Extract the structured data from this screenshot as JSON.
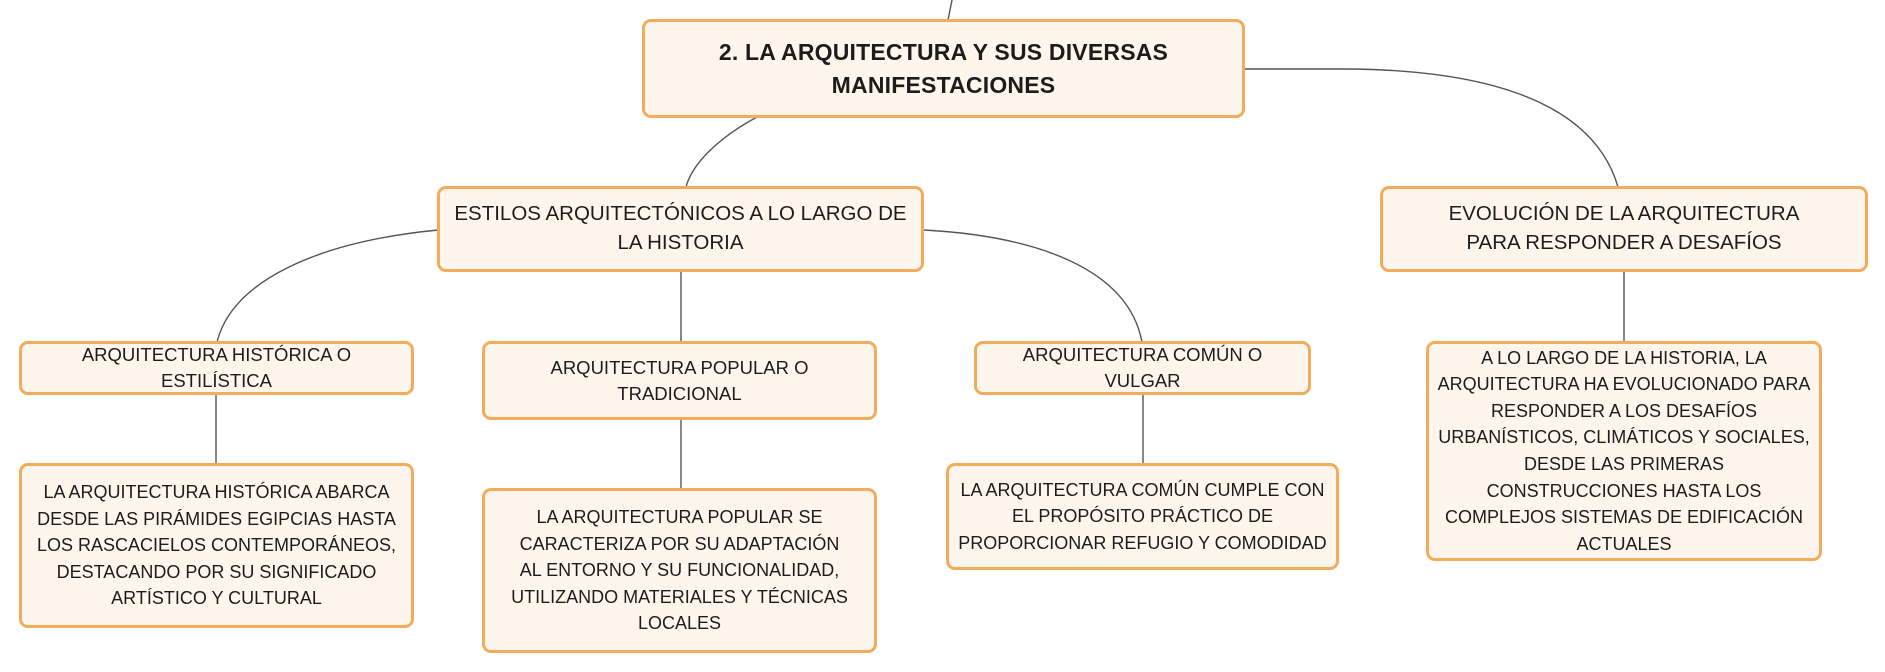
{
  "diagram": {
    "colors": {
      "node_fill": "#fef6ec",
      "node_border": "#f3ab5c",
      "connector": "#555555",
      "text": "#1c1c1c"
    },
    "root": "2. LA ARQUITECTURA Y SUS DIVERSAS MANIFESTACIONES",
    "branch_styles": {
      "label": "ESTILOS ARQUITECTÓNICOS A LO LARGO DE LA HISTORIA",
      "children": [
        {
          "label": "ARQUITECTURA HISTÓRICA O ESTILÍSTICA",
          "detail": "LA ARQUITECTURA HISTÓRICA ABARCA DESDE LAS PIRÁMIDES EGIPCIAS HASTA LOS RASCACIELOS CONTEMPORÁNEOS, DESTACANDO POR SU SIGNIFICADO ARTÍSTICO Y CULTURAL"
        },
        {
          "label": "ARQUITECTURA POPULAR O TRADICIONAL",
          "detail": "LA ARQUITECTURA POPULAR SE CARACTERIZA POR SU ADAPTACIÓN AL ENTORNO Y SU FUNCIONALIDAD, UTILIZANDO MATERIALES Y TÉCNICAS LOCALES"
        },
        {
          "label": "ARQUITECTURA COMÚN O VULGAR",
          "detail": "LA ARQUITECTURA COMÚN CUMPLE CON EL PROPÓSITO PRÁCTICO DE PROPORCIONAR REFUGIO Y COMODIDAD"
        }
      ]
    },
    "branch_evolution": {
      "label": "EVOLUCIÓN DE LA ARQUITECTURA PARA RESPONDER A DESAFÍOS",
      "detail": "A LO LARGO DE LA HISTORIA, LA ARQUITECTURA HA EVOLUCIONADO PARA RESPONDER A LOS DESAFÍOS URBANÍSTICOS, CLIMÁTICOS Y SOCIALES, DESDE LAS PRIMERAS CONSTRUCCIONES HASTA LOS COMPLEJOS SISTEMAS DE EDIFICACIÓN ACTUALES"
    }
  }
}
